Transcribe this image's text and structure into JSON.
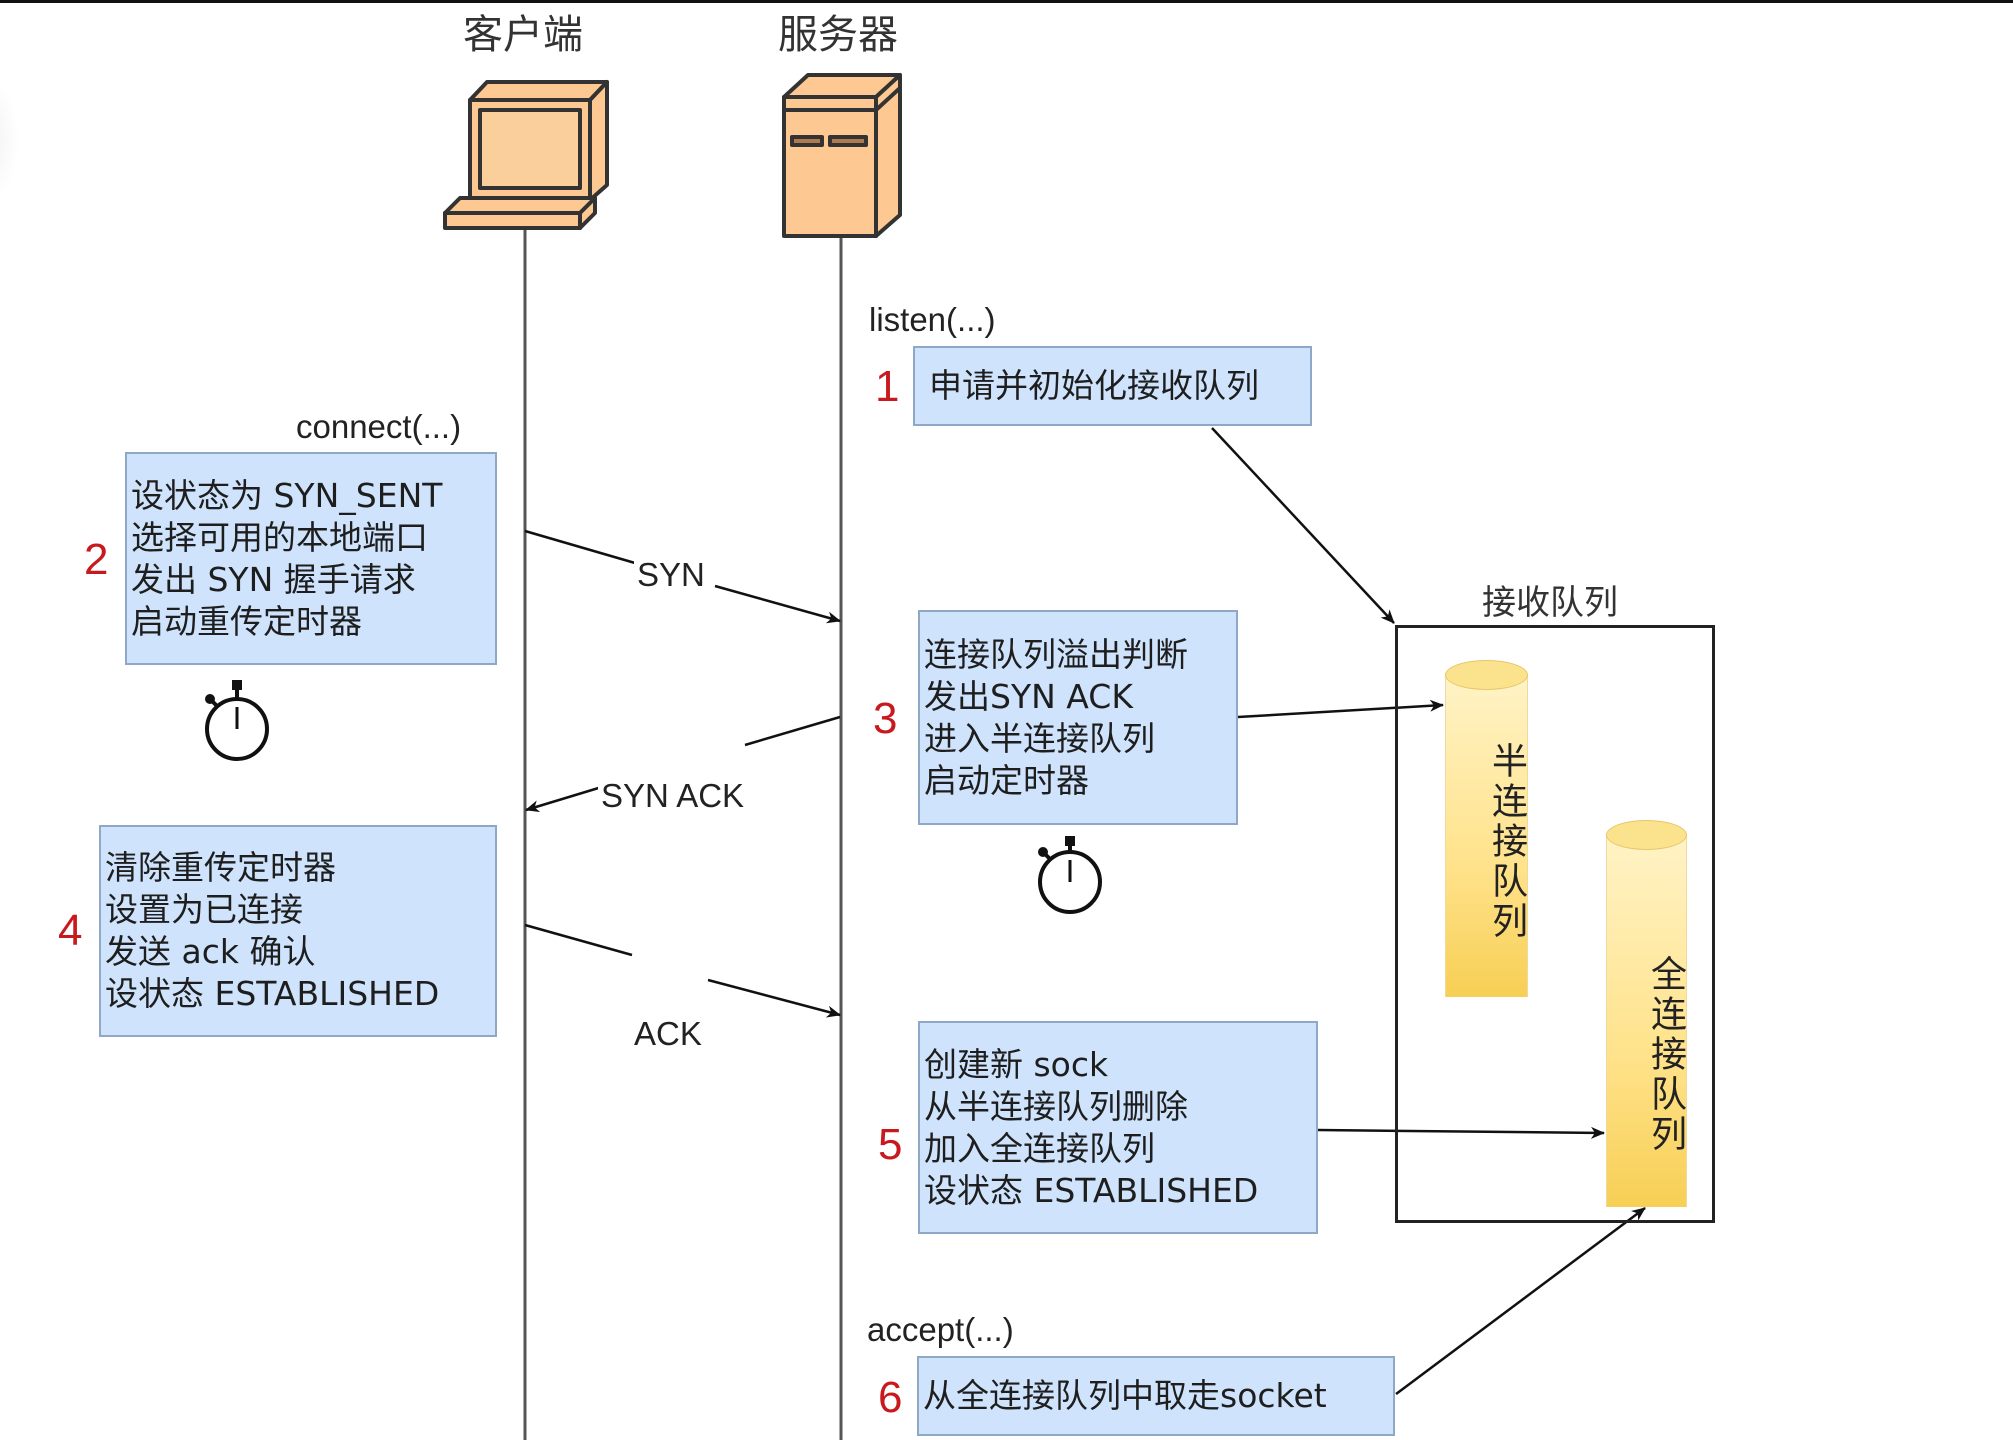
{
  "titles": {
    "client": "客户端",
    "server": "服务器"
  },
  "icons": {
    "client": "desktop-computer-icon",
    "server": "server-tower-icon",
    "timer": "stopwatch-icon"
  },
  "colors": {
    "box_fill": "#cfe4fc",
    "box_border": "#8fa8c6",
    "step_number": "#c8191e",
    "device_fill": "#fdc891",
    "queue_fill": "#ffe28a"
  },
  "calls": {
    "listen": "listen(...)",
    "connect": "connect(...)",
    "accept": "accept(...)"
  },
  "steps": [
    {
      "number": "1",
      "lines": [
        "申请并初始化接收队列"
      ]
    },
    {
      "number": "2",
      "lines": [
        "设状态为 SYN_SENT",
        "选择可用的本地端口",
        "发出 SYN 握手请求",
        "启动重传定时器"
      ]
    },
    {
      "number": "3",
      "lines": [
        "连接队列溢出判断",
        "发出SYN ACK",
        "进入半连接队列",
        "启动定时器"
      ]
    },
    {
      "number": "4",
      "lines": [
        "清除重传定时器",
        "设置为已连接",
        "发送 ack 确认",
        "设状态 ESTABLISHED"
      ]
    },
    {
      "number": "5",
      "lines": [
        "创建新 sock",
        "从半连接队列删除",
        "加入全连接队列",
        "设状态 ESTABLISHED"
      ]
    },
    {
      "number": "6",
      "lines": [
        "从全连接队列中取走socket"
      ]
    }
  ],
  "messages": {
    "syn": "SYN",
    "syn_ack": "SYN ACK",
    "ack": "ACK"
  },
  "queues": {
    "frame_title": "接收队列",
    "half": "半连接队列",
    "full": "全连接队列"
  }
}
